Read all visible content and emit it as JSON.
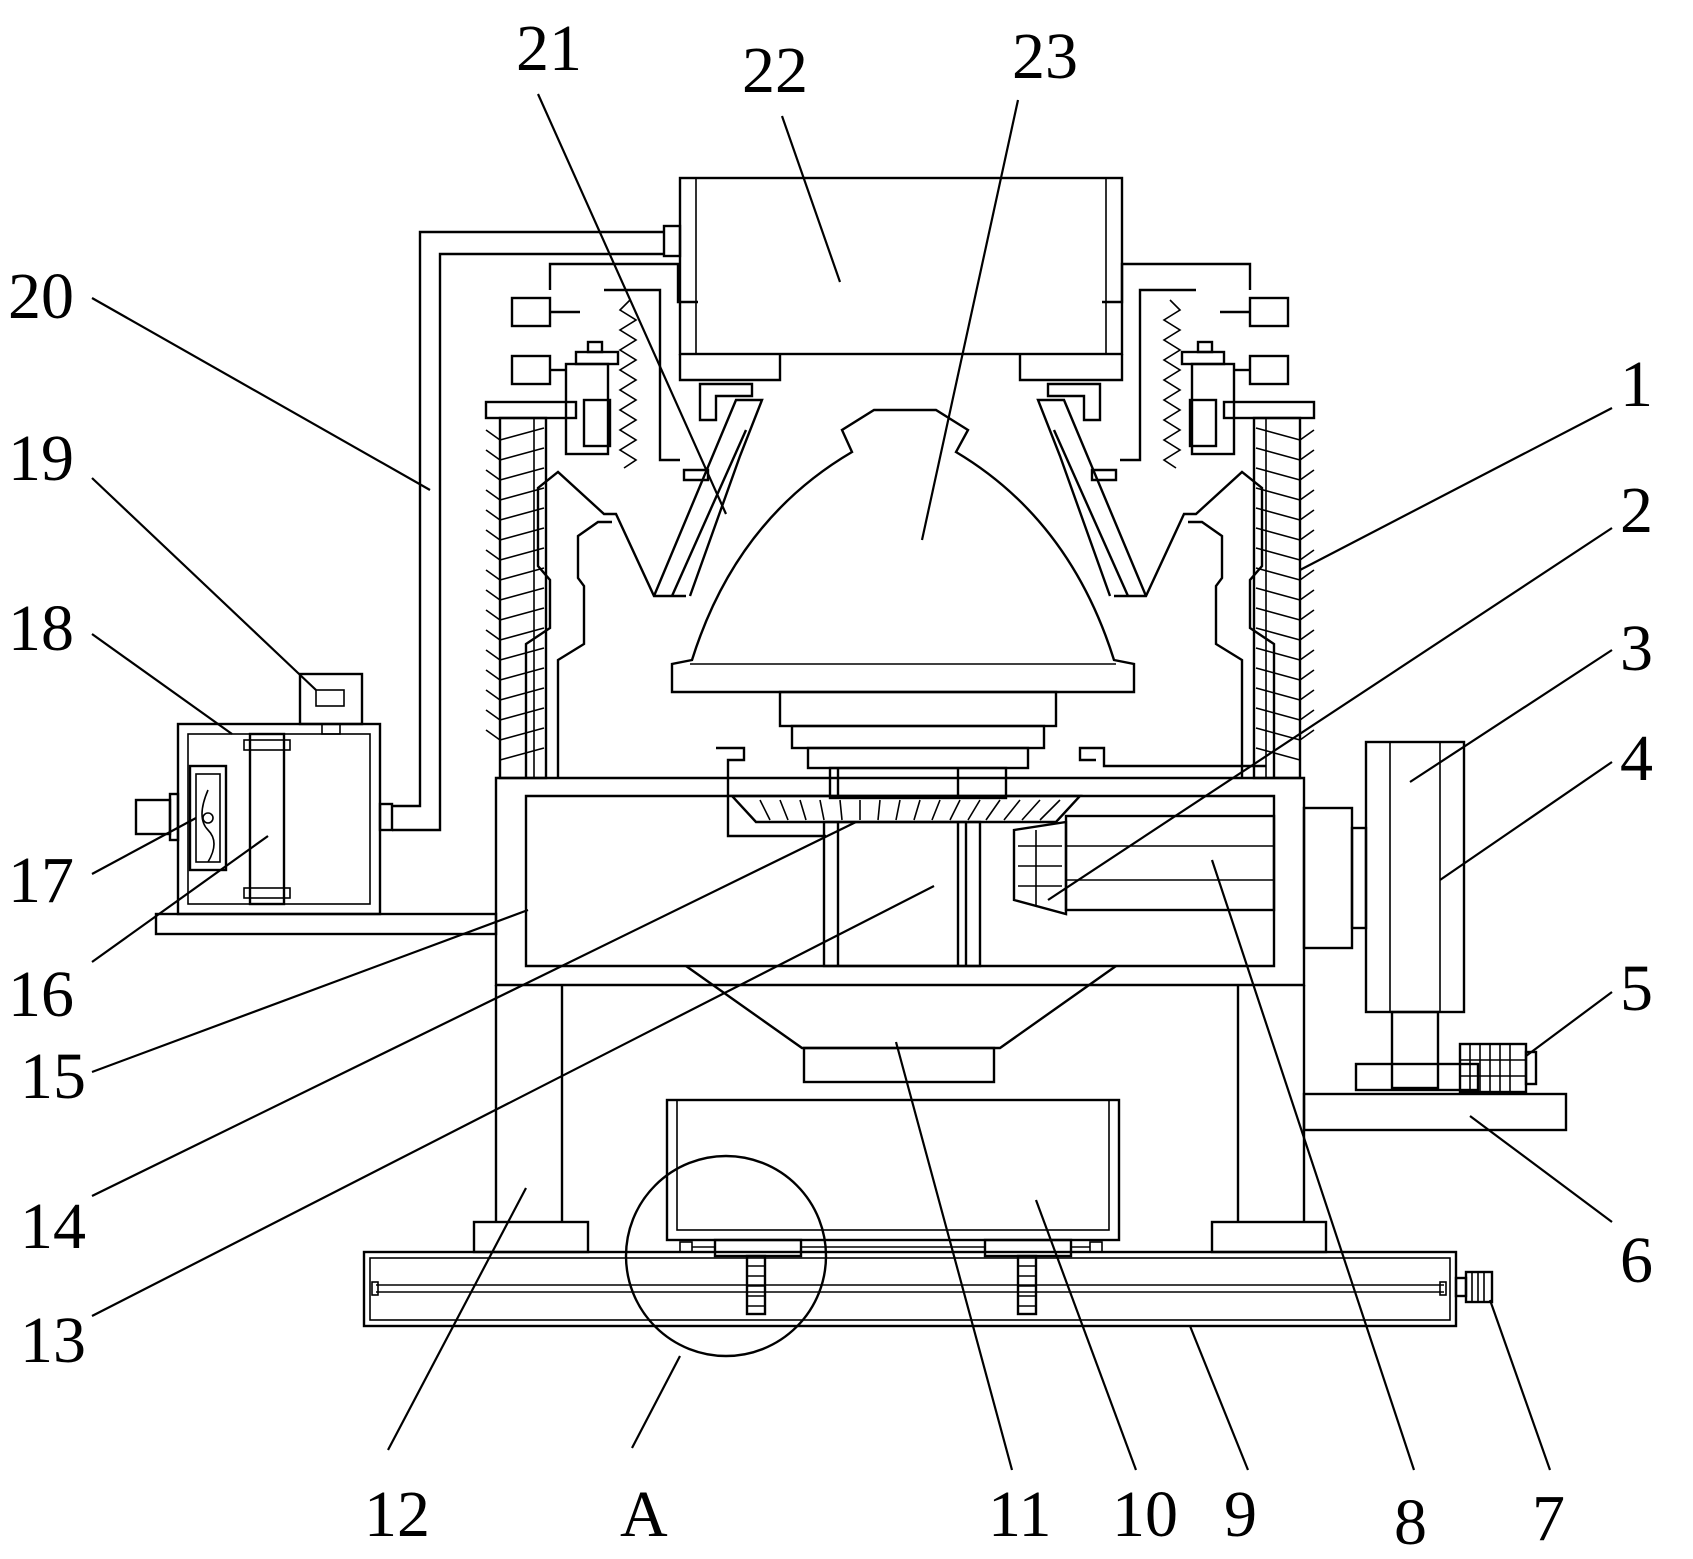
{
  "labels": [
    {
      "id": "1",
      "text": "1"
    },
    {
      "id": "2",
      "text": "2"
    },
    {
      "id": "3",
      "text": "3"
    },
    {
      "id": "4",
      "text": "4"
    },
    {
      "id": "5",
      "text": "5"
    },
    {
      "id": "6",
      "text": "6"
    },
    {
      "id": "7",
      "text": "7"
    },
    {
      "id": "8",
      "text": "8"
    },
    {
      "id": "9",
      "text": "9"
    },
    {
      "id": "10",
      "text": "10"
    },
    {
      "id": "11",
      "text": "11"
    },
    {
      "id": "12",
      "text": "12"
    },
    {
      "id": "13",
      "text": "13"
    },
    {
      "id": "14",
      "text": "14"
    },
    {
      "id": "15",
      "text": "15"
    },
    {
      "id": "16",
      "text": "16"
    },
    {
      "id": "17",
      "text": "17"
    },
    {
      "id": "18",
      "text": "18"
    },
    {
      "id": "19",
      "text": "19"
    },
    {
      "id": "20",
      "text": "20"
    },
    {
      "id": "21",
      "text": "21"
    },
    {
      "id": "22",
      "text": "22"
    },
    {
      "id": "23",
      "text": "23"
    },
    {
      "id": "A",
      "text": "A"
    }
  ]
}
